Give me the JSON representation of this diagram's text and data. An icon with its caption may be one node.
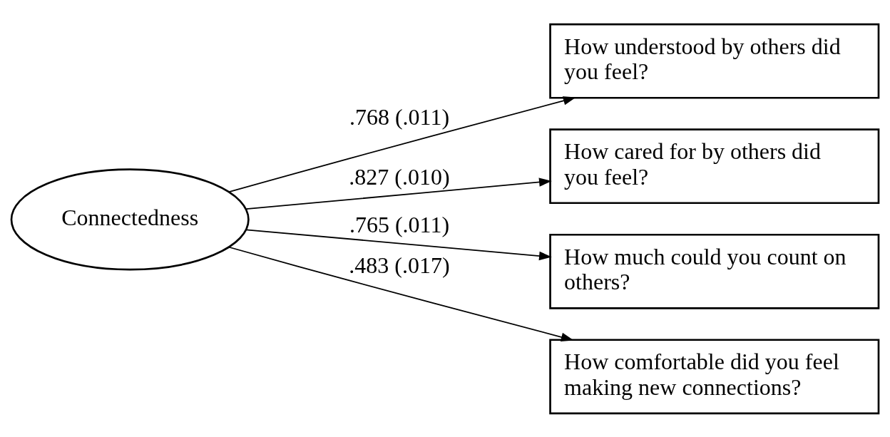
{
  "diagram": {
    "nodes": [
      {
        "text": [
          "Connectedness"
        ]
      },
      {
        "text": [
          "How understood by others did you feel?"
        ]
      },
      {
        "text": [
          "How cared for by others did you feel?"
        ]
      },
      {
        "text": [
          "How much could you count on others?"
        ]
      },
      {
        "text": [
          "How comfortable did you feel making new connections?"
        ]
      }
    ],
    "edges": [
      {
        "from": 0,
        "to": 1,
        "arrow": "to",
        "label": ".768 (.011)"
      },
      {
        "from": 0,
        "to": 2,
        "arrow": "to",
        "label": ".827 (.010)"
      },
      {
        "from": 0,
        "to": 3,
        "arrow": "to",
        "label": ".765 (.011)"
      },
      {
        "from": 0,
        "to": 4,
        "arrow": "to",
        "label": ".483 (.017)"
      }
    ]
  }
}
